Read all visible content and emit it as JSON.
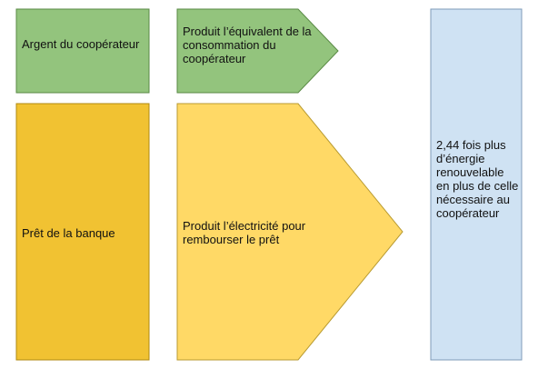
{
  "diagram": {
    "colors": {
      "green_fill": "#93c47d",
      "green_stroke": "#5a8a45",
      "dark_yellow_fill": "#f1c232",
      "dark_yellow_stroke": "#b08a10",
      "light_yellow_fill": "#ffd966",
      "light_yellow_stroke": "#b89a30",
      "blue_fill": "#cfe2f3",
      "blue_stroke": "#7f9bb8"
    },
    "boxes": [
      {
        "id": "savings",
        "label": "Argent du coopérateur"
      },
      {
        "id": "savings-output",
        "label": "Produit l’équivalent de la consommation du coopérateur"
      },
      {
        "id": "loan",
        "label": "Prêt de la banque"
      },
      {
        "id": "loan-output",
        "label": "Produit l’électricité pour rembourser le prêt"
      },
      {
        "id": "result",
        "label": "2,44 fois plus d’énergie renouvelable en plus de celle nécessaire au coopérateur"
      }
    ]
  }
}
